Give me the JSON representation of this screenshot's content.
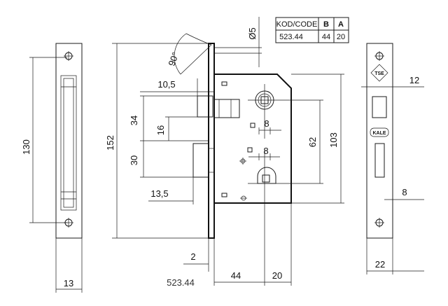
{
  "table": {
    "header_code": "KOD/CODE",
    "header_b": "B",
    "header_a": "A",
    "code": "523.44",
    "b": "44",
    "a": "20"
  },
  "model_code": "523.44",
  "logos": {
    "tse": "TSE",
    "brand": "KALE"
  },
  "dimensions": {
    "diameter": "Ø5",
    "angle": "90°",
    "d10_5": "10,5",
    "d34": "34",
    "d16": "16",
    "d30": "30",
    "d152": "152",
    "d13_5": "13,5",
    "d2": "2",
    "d44": "44",
    "d20": "20",
    "d8a": "8",
    "d8b": "8",
    "d62": "62",
    "d103": "103",
    "d130": "130",
    "d13": "13",
    "d12": "12",
    "d8c": "8",
    "d22": "22"
  }
}
